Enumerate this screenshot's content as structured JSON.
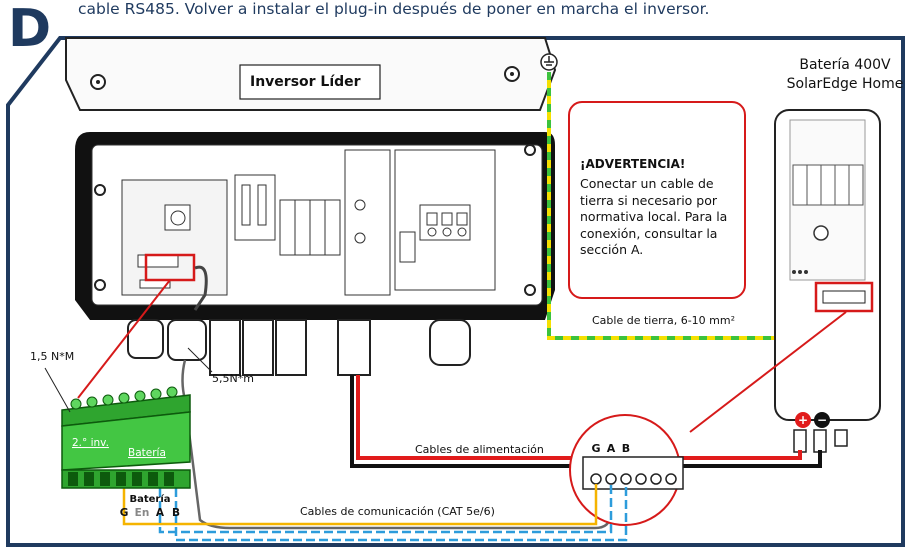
{
  "instruction": "cable RS485. Volver a instalar el plug-in después de poner en marcha el inversor.",
  "step_letter": "D",
  "inverter_title": "Inversor Líder",
  "battery": {
    "line1": "Batería 400V",
    "line2": "SolarEdge Home"
  },
  "warning": {
    "title": "¡ADVERTENCIA!",
    "text": "Conectar un cable de tierra si necesario por normativa local. Para la conexión, consultar la sección A."
  },
  "ground_cable": "Cable de tierra, 6-10 mm²",
  "torque_connector": "1,5 N*M",
  "torque_gland": "5,5N*m",
  "power_cables": "Cables de alimentación",
  "comm_cables": "Cables de comunicación (CAT 5e/6)",
  "terminal_labels": {
    "inv2": "2.° inv.",
    "battery": "Batería"
  },
  "terminal_bottom_title": "Batería",
  "pins_bottom": [
    "G",
    "En",
    "A",
    "B"
  ],
  "pins_battery": [
    "G",
    "A",
    "B"
  ],
  "colors": {
    "red": "#e11b1b",
    "yellow": "#f5b400",
    "blue": "#2d9cdb",
    "green": "#3cc23c",
    "navy": "#1f3a5f"
  }
}
